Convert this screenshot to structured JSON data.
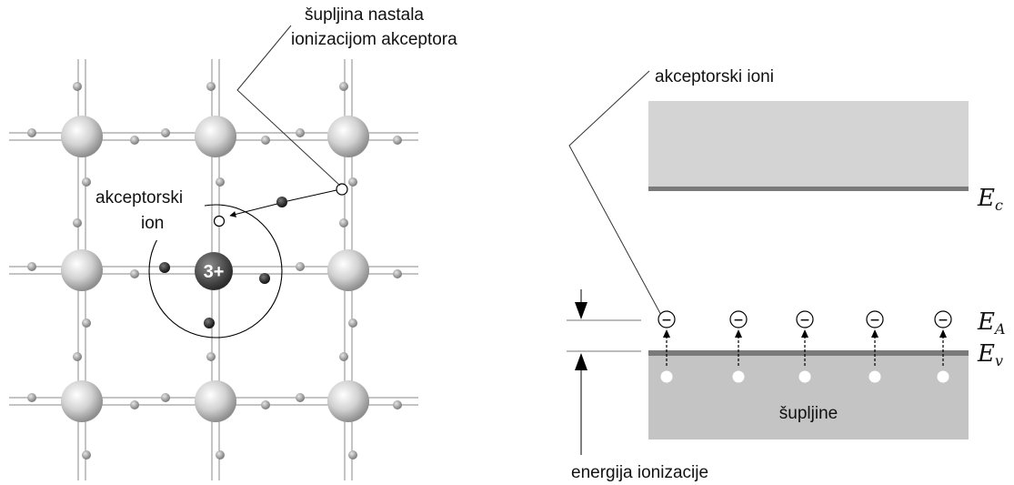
{
  "lattice": {
    "hole_label_line1": "šupljina nastala",
    "hole_label_line2": "ionizacijom akceptora",
    "acceptor_label_line1": "akceptorski",
    "acceptor_label_line2": "ion",
    "impurity_charge": "3+"
  },
  "band_diagram": {
    "acceptor_ions_label": "akceptorski ioni",
    "conduction_level": {
      "symbol": "E",
      "subscript": "c"
    },
    "acceptor_level": {
      "symbol": "E",
      "subscript": "A"
    },
    "valence_level": {
      "symbol": "E",
      "subscript": "v"
    },
    "holes_label": "šupljine",
    "ionization_energy_label": "energija ionizacije",
    "acceptor_ion_sign": "−",
    "acceptor_ion_count": 5,
    "colors": {
      "conduction_band": "#d4d4d4",
      "valence_band": "#c4c4c4",
      "band_edge": "#7a7a7a"
    }
  }
}
